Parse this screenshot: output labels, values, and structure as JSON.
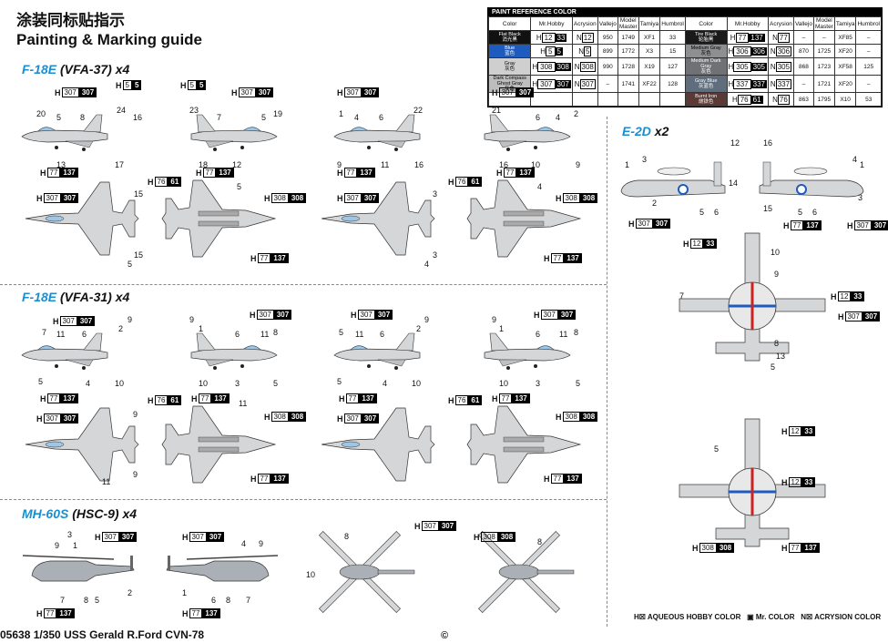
{
  "title_cn": "涂装同标贴指示",
  "title_en": "Painting & Marking guide",
  "sections": [
    {
      "model": "F-18E",
      "unit": "(VFA-37) x4"
    },
    {
      "model": "F-18E",
      "unit": "(VFA-31) x4"
    },
    {
      "model": "MH-60S",
      "unit": "(HSC-9) x4"
    },
    {
      "model": "E-2D",
      "unit": "x2"
    }
  ],
  "paint_ref": {
    "header": "PAINT  REFERENCE COLOR",
    "columns": [
      "Color",
      "Mr.Hobby",
      "Acrysion",
      "Vallejo",
      "Model Master",
      "Tamiya",
      "Humbrol"
    ],
    "left_rows": [
      {
        "name": "Flat Black",
        "cn": "消光黑",
        "swatch": "#111111",
        "h": "12",
        "hb": "33",
        "n": "12",
        "vallejo": "950",
        "mm": "1749",
        "tamiya": "XF1",
        "humbrol": "33"
      },
      {
        "name": "Blue",
        "cn": "蓝色",
        "swatch": "#1e5bbf",
        "h": "5",
        "hb": "5",
        "n": "5",
        "vallejo": "899",
        "mm": "1772",
        "tamiya": "X3",
        "humbrol": "15"
      },
      {
        "name": "Gray",
        "cn": "灰色",
        "swatch": "#cfcfcf",
        "h": "308",
        "hb": "308",
        "n": "308",
        "vallejo": "990",
        "mm": "1728",
        "tamiya": "X19",
        "humbrol": "127"
      },
      {
        "name": "Dark Compass Ghost Gray",
        "cn": "灰色",
        "swatch": "#bdbdbd",
        "h": "307",
        "hb": "307",
        "n": "307",
        "vallejo": "–",
        "mm": "1741",
        "tamiya": "XF22",
        "humbrol": "128"
      }
    ],
    "right_rows": [
      {
        "name": "Tire Black",
        "cn": "轮胎黑",
        "swatch": "#1a1a1a",
        "h": "77",
        "hb": "137",
        "n": "77",
        "vallejo": "–",
        "mm": "–",
        "tamiya": "XF85",
        "humbrol": "–"
      },
      {
        "name": "Medium Gray",
        "cn": "灰色",
        "swatch": "#8d8f91",
        "h": "306",
        "hb": "306",
        "n": "306",
        "vallejo": "870",
        "mm": "1725",
        "tamiya": "XF20",
        "humbrol": "–"
      },
      {
        "name": "Medium Dark Gray",
        "cn": "灰色",
        "swatch": "#6f7274",
        "h": "305",
        "hb": "305",
        "n": "305",
        "vallejo": "868",
        "mm": "1723",
        "tamiya": "XF58",
        "humbrol": "125"
      },
      {
        "name": "Gray Blue",
        "cn": "灰蓝色",
        "swatch": "#5f6d7d",
        "h": "337",
        "hb": "337",
        "n": "337",
        "vallejo": "–",
        "mm": "1721",
        "tamiya": "XF20",
        "humbrol": "–"
      },
      {
        "name": "Burnt Iron",
        "cn": "烧铁色",
        "swatch": "#5b3a36",
        "h": "76",
        "hb": "61",
        "n": "76",
        "vallejo": "863",
        "mm": "1795",
        "tamiya": "X10",
        "humbrol": "53"
      }
    ]
  },
  "legend": {
    "h": "H",
    "h_text": "AQUEOUS HOBBY COLOR",
    "mr_text": "Mr. COLOR",
    "n": "N",
    "n_text": "ACRYSION COLOR"
  },
  "footer": {
    "code": "05638 1/350 USS  Gerald R.Ford CVN-78",
    "copyright": "©"
  },
  "colors": {
    "accent": "#1a8fd0",
    "black": "#000000",
    "aircraft": "#d4d6d8"
  },
  "badges": {
    "h307": {
      "h": "H",
      "a": "307",
      "b": "307"
    },
    "h77": {
      "h": "H",
      "a": "77",
      "b": "137"
    },
    "h76": {
      "h": "H",
      "a": "76",
      "b": "61"
    },
    "h308": {
      "h": "H",
      "a": "308",
      "b": "308"
    },
    "h5": {
      "h": "H",
      "a": "5",
      "b": "5"
    },
    "h12": {
      "h": "H",
      "a": "12",
      "b": "33"
    }
  },
  "callouts": [
    "1",
    "2",
    "3",
    "4",
    "5",
    "6",
    "7",
    "8",
    "9",
    "10",
    "11",
    "12",
    "13",
    "14",
    "15",
    "16",
    "17",
    "18",
    "19",
    "20",
    "21",
    "22",
    "23",
    "24"
  ]
}
